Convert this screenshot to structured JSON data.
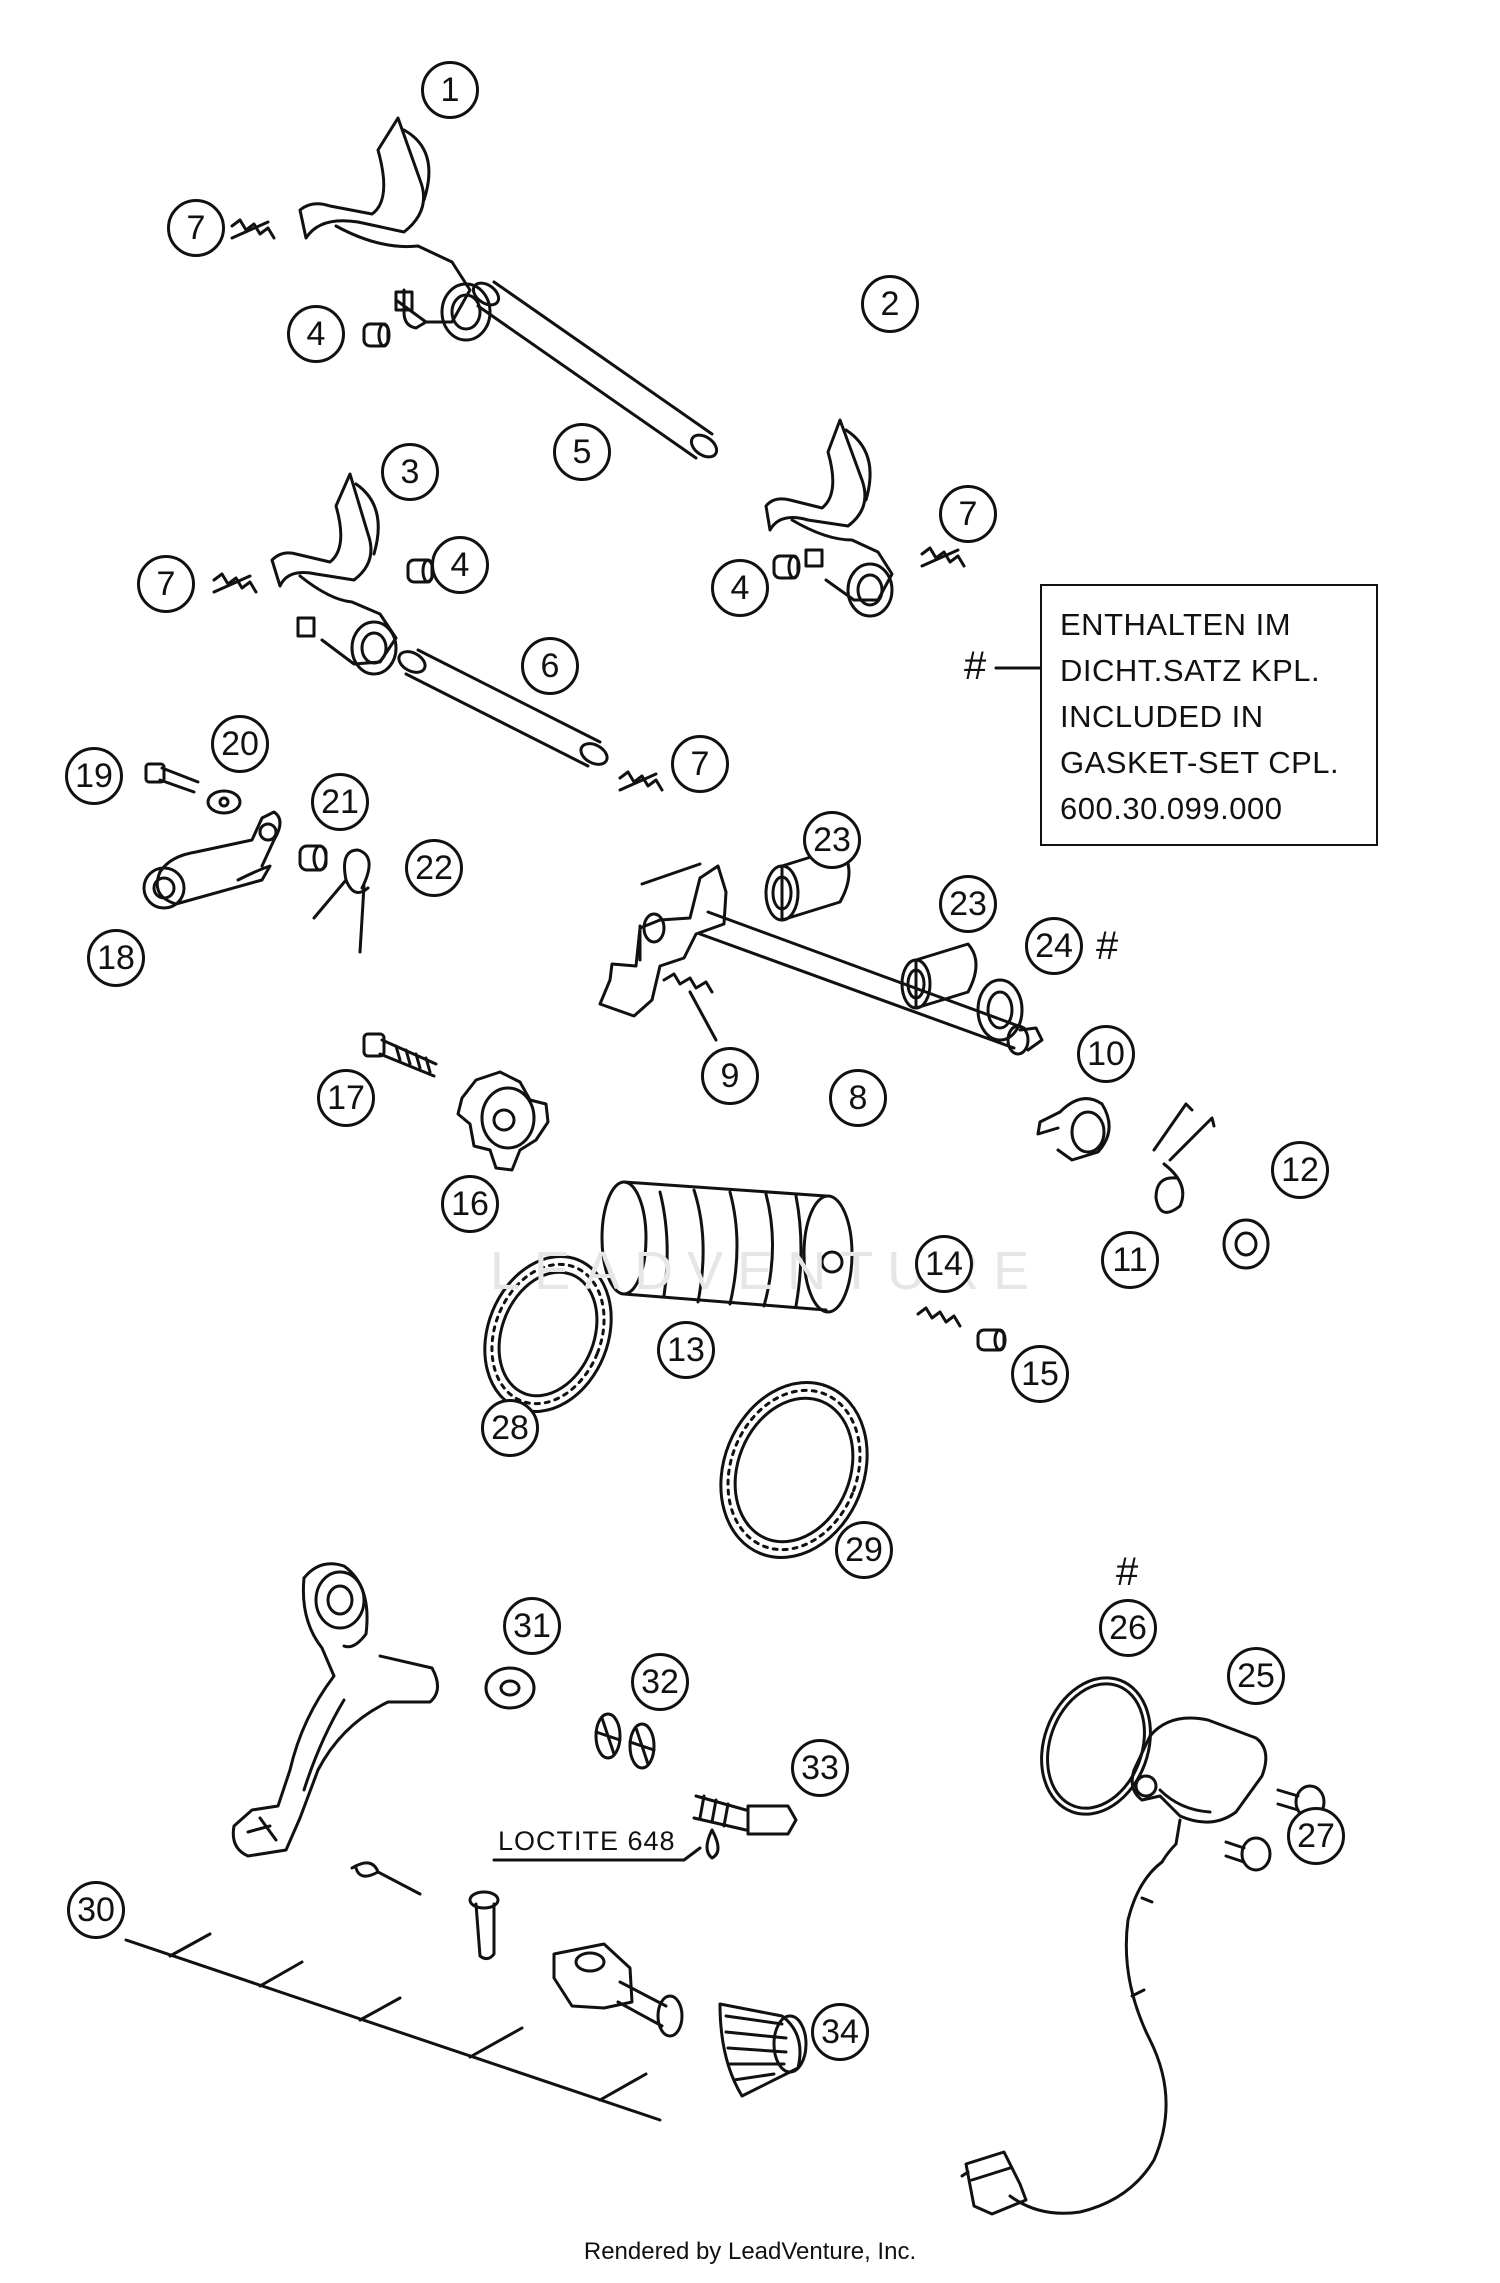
{
  "callouts": {
    "n1": "1",
    "n2": "2",
    "n3": "3",
    "n4a": "4",
    "n4b": "4",
    "n4c": "4",
    "n5": "5",
    "n6": "6",
    "n7a": "7",
    "n7b": "7",
    "n7c": "7",
    "n7d": "7",
    "n8": "8",
    "n9": "9",
    "n10": "10",
    "n11": "11",
    "n12": "12",
    "n13": "13",
    "n14": "14",
    "n15": "15",
    "n16": "16",
    "n17": "17",
    "n18": "18",
    "n19": "19",
    "n20": "20",
    "n21": "21",
    "n22": "22",
    "n23a": "23",
    "n23b": "23",
    "n24": "24",
    "n25": "25",
    "n26": "26",
    "n27": "27",
    "n28": "28",
    "n29": "29",
    "n30": "30",
    "n31": "31",
    "n32": "32",
    "n33": "33",
    "n34": "34"
  },
  "symbols": {
    "hash_note": "#",
    "hash_24": "#",
    "hash_26": "#"
  },
  "note": {
    "line1": "ENTHALTEN IM",
    "line2": "DICHT.SATZ KPL.",
    "line3": "INCLUDED IN",
    "line4": "GASKET-SET CPL.",
    "line5": "600.30.099.000"
  },
  "label_loctite": "LOCTITE 648",
  "watermark": "LEADVENTURE",
  "footer": "Rendered by LeadVenture, Inc.",
  "colors": {
    "line": "#111111",
    "watermark": "#e6e6e6"
  }
}
